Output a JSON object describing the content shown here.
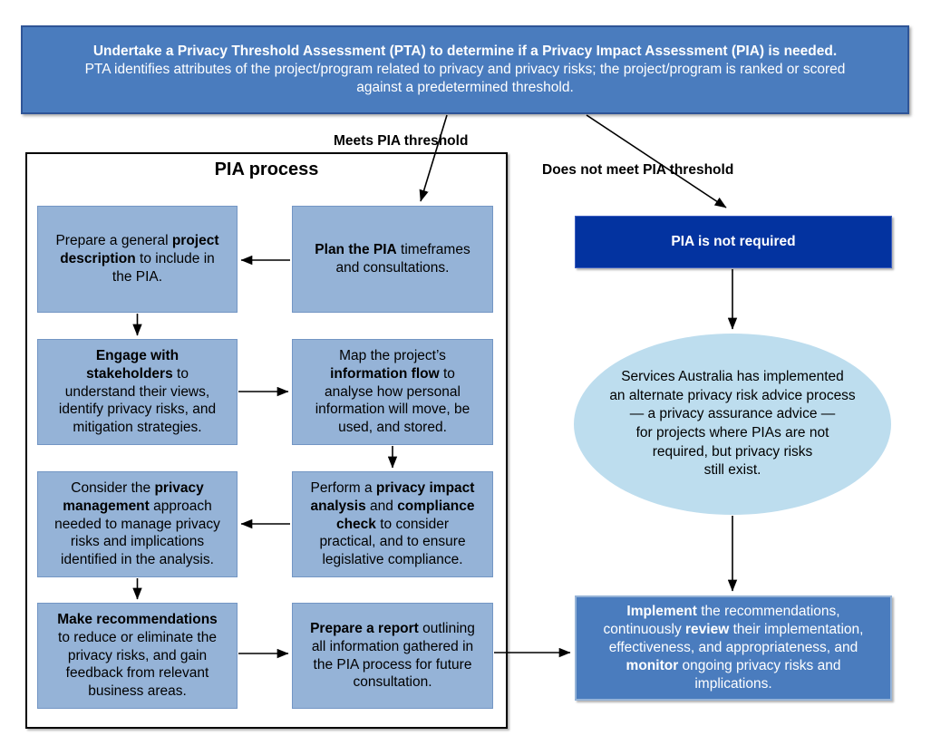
{
  "banner": {
    "line1": "Undertake a Privacy Threshold Assessment (PTA) to determine if a Privacy Impact Assessment (PIA) is needed.",
    "line2": "PTA identifies attributes of the project/program related to privacy and privacy risks; the project/program is ranked or scored\nagainst a predetermined threshold."
  },
  "branch_labels": {
    "meets": "Meets PIA threshold",
    "does_not_meet": "Does not meet PIA threshold"
  },
  "pia_process": {
    "title": "PIA process",
    "boxes": {
      "prepare_description": [
        {
          "t": "Prepare a general "
        },
        {
          "t": "project\ndescription",
          "b": true
        },
        {
          "t": " to include in\nthe PIA."
        }
      ],
      "plan": [
        {
          "t": "Plan the PIA",
          "b": true
        },
        {
          "t": " timeframes\nand consultations."
        }
      ],
      "engage": [
        {
          "t": "Engage with\nstakeholders",
          "b": true
        },
        {
          "t": " to\nunderstand their views,\nidentify privacy risks, and\nmitigation strategies."
        }
      ],
      "map_flow": [
        {
          "t": "Map the project’s\n"
        },
        {
          "t": "information flow",
          "b": true
        },
        {
          "t": " to\nanalyse how personal\ninformation will move, be\nused, and stored."
        }
      ],
      "privacy_management": [
        {
          "t": "Consider the "
        },
        {
          "t": "privacy\nmanagement",
          "b": true
        },
        {
          "t": " approach\nneeded to manage privacy\nrisks and implications\nidentified in the analysis."
        }
      ],
      "impact_analysis": [
        {
          "t": "Perform a "
        },
        {
          "t": "privacy impact\nanalysis",
          "b": true
        },
        {
          "t": " and "
        },
        {
          "t": "compliance\ncheck",
          "b": true
        },
        {
          "t": " to consider\npractical, and to ensure\nlegislative compliance."
        }
      ],
      "recommendations": [
        {
          "t": "Make recommendations",
          "b": true
        },
        {
          "t": "\nto reduce or eliminate the\nprivacy risks, and gain\nfeedback from relevant\nbusiness areas."
        }
      ],
      "report": [
        {
          "t": "Prepare a report",
          "b": true
        },
        {
          "t": " outlining\nall information gathered in\nthe PIA process for future\nconsultation."
        }
      ]
    }
  },
  "outcome": {
    "not_required": "PIA is not required",
    "alternate_process": "Services Australia has implemented\nan alternate privacy risk advice process\n— a privacy assurance advice —\nfor projects where PIAs are not\nrequired, but privacy risks\nstill exist.",
    "implement": [
      {
        "t": "Implement",
        "b": true
      },
      {
        "t": " the recommendations,\ncontinuously "
      },
      {
        "t": "review",
        "b": true
      },
      {
        "t": " their implementation,\neffectiveness, and appropriateness, and\n"
      },
      {
        "t": "monitor",
        "b": true
      },
      {
        "t": " ongoing privacy risks and\nimplications."
      }
    ]
  },
  "colors": {
    "banner_fill": "#4A7CBE",
    "banner_border": "#2F5597",
    "process_box_fill": "#95B3D7",
    "process_box_border": "#7396C4",
    "dark_blue_fill": "#0333A0",
    "ellipse_fill": "#BDDDEE",
    "implement_fill": "#4A7CBE",
    "implement_border": "#95B3D7",
    "frame_border": "#000000",
    "arrow_color": "#000000",
    "text_dark": "#000000",
    "text_light": "#FFFFFF"
  }
}
